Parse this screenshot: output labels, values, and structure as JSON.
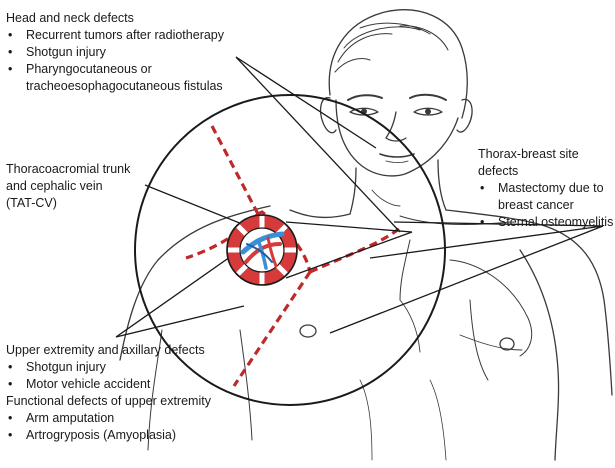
{
  "head_neck": {
    "title": "Head and neck  defects",
    "items": [
      "Recurrent tumors after radiotherapy",
      "Shotgun injury",
      "Pharyngocutaneous or",
      "tracheoesophagocutaneous fistulas"
    ]
  },
  "vessel": {
    "lines": [
      "Thoracoacromial trunk",
      "and cephalic vein",
      "(TAT-CV)"
    ]
  },
  "thorax": {
    "title_lines": [
      "Thorax-breast site",
      "defects"
    ],
    "items": [
      "Mastectomy due to",
      "breast cancer",
      "Sternal osteomyelitis"
    ]
  },
  "upper_ext": {
    "title": "Upper extremity and axillary defects",
    "items": [
      "Shotgun injury",
      "Motor vehicle accident"
    ]
  },
  "functional": {
    "title": "Functional defects of upper extremity",
    "items": [
      "Arm amputation",
      "Artrogryposis  (Amyoplasia)"
    ]
  },
  "colors": {
    "dashed_line": "#c0282a",
    "ring_red": "#d63a3a",
    "vessel_blue": "#3a8fd6",
    "outline": "#222222"
  }
}
